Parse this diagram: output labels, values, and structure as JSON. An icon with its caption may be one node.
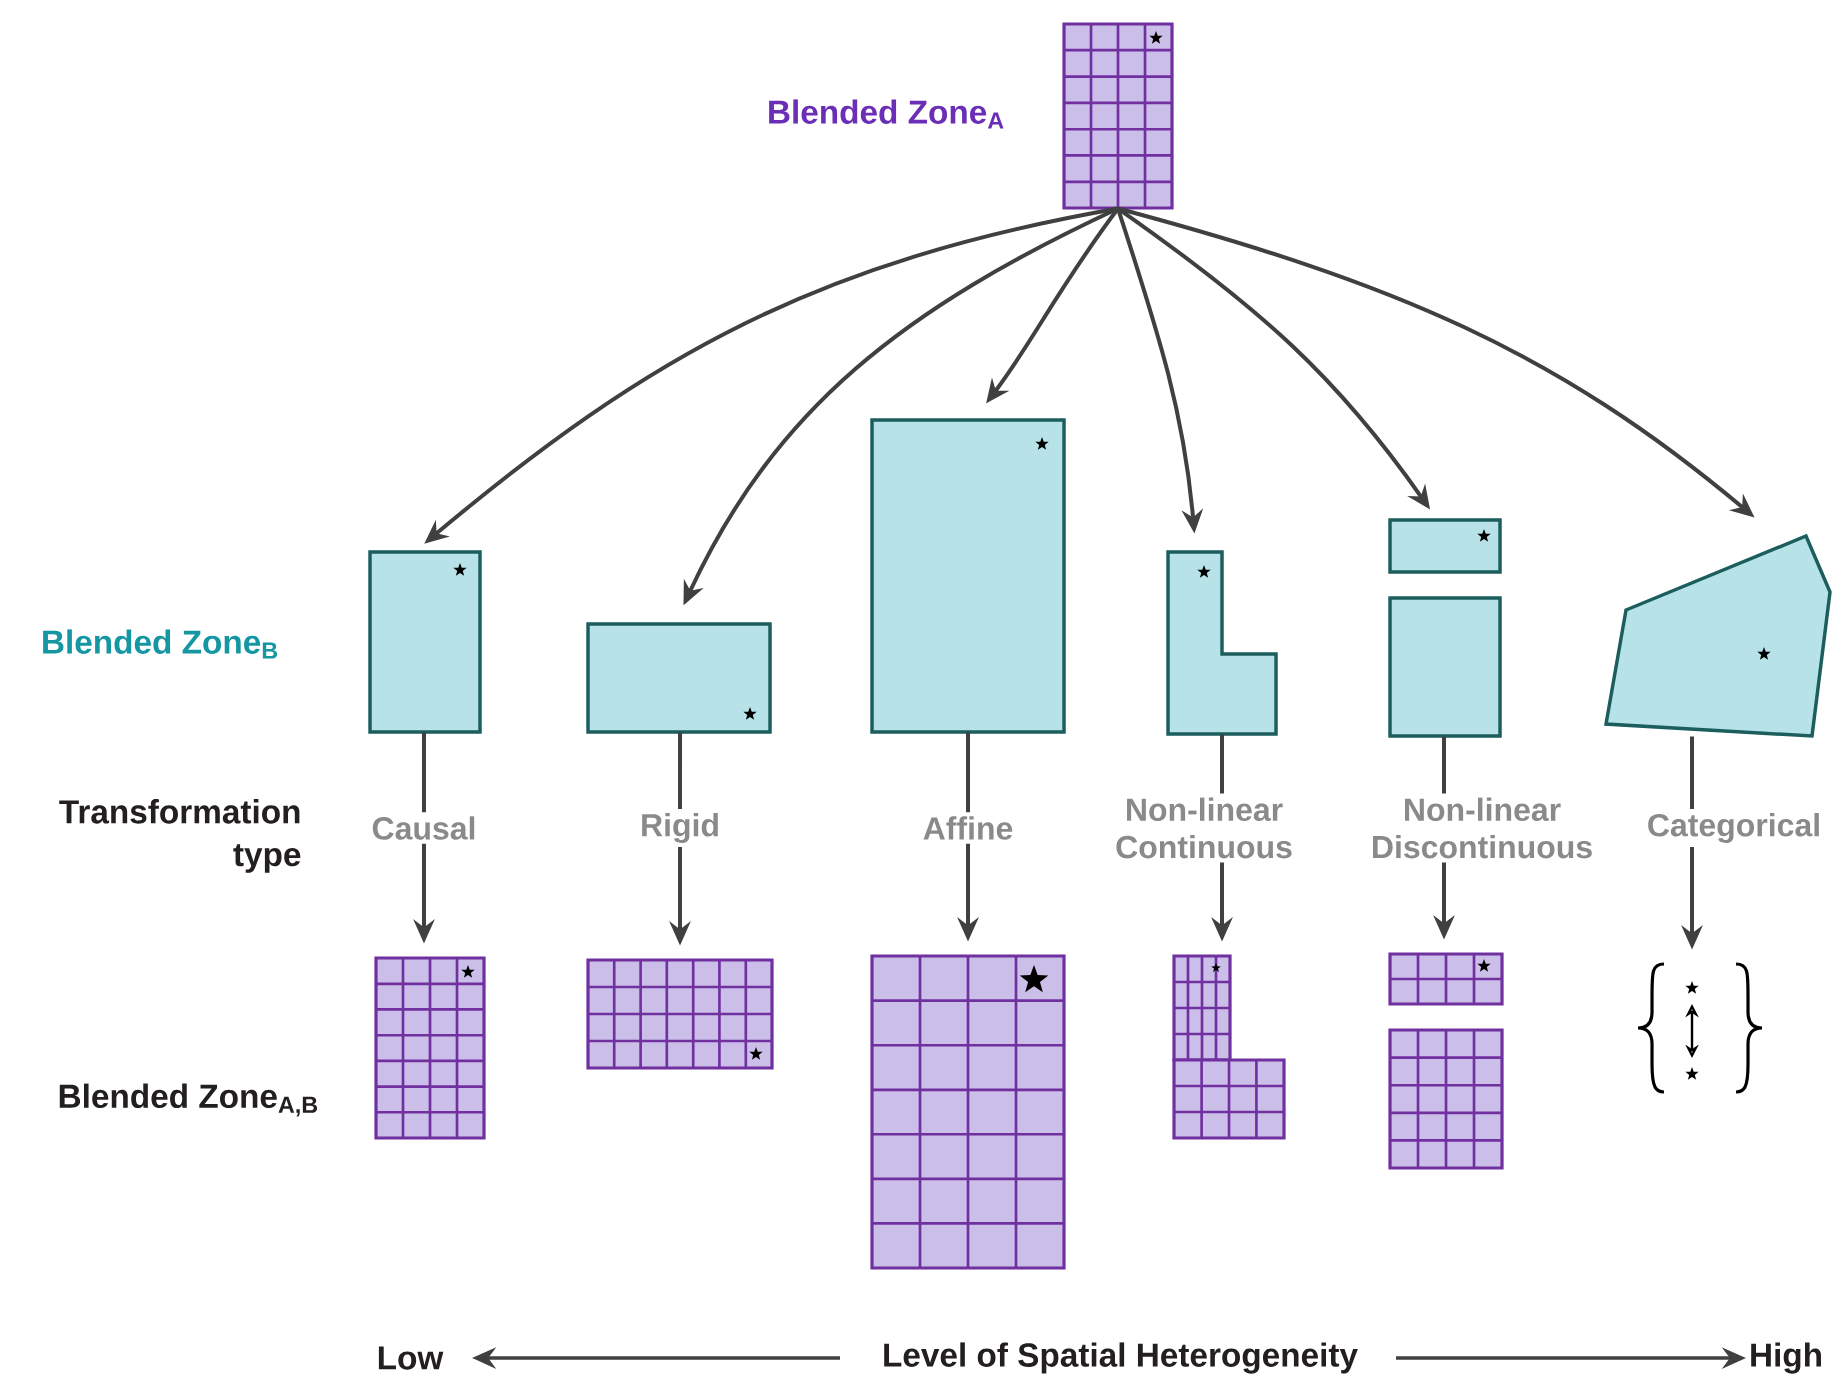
{
  "diagram": {
    "nodes": [
      {
        "text": [],
        "shape": "grid",
        "beside": [
          "Blended Zone$_{A}$"
        ]
      },
      {
        "text": [],
        "shape": "box"
      },
      {
        "text": [],
        "shape": "box"
      },
      {
        "text": [],
        "shape": "box"
      },
      {
        "text": [],
        "shape": "box"
      },
      {
        "text": [],
        "shape": "box"
      },
      {
        "text": [],
        "shape": "box"
      },
      {
        "text": [],
        "shape": "grid"
      },
      {
        "text": [],
        "shape": "grid"
      },
      {
        "text": [],
        "shape": "grid"
      },
      {
        "text": [],
        "shape": "grid"
      },
      {
        "text": [],
        "shape": "grid"
      },
      {
        "text": [],
        "shape": "braces"
      }
    ],
    "edges": [
      {
        "from": 0,
        "to": 1,
        "arrow": "to"
      },
      {
        "from": 0,
        "to": 2,
        "arrow": "to"
      },
      {
        "from": 0,
        "to": 3,
        "arrow": "to"
      },
      {
        "from": 0,
        "to": 4,
        "arrow": "to"
      },
      {
        "from": 0,
        "to": 5,
        "arrow": "to"
      },
      {
        "from": 0,
        "to": 6,
        "arrow": "to"
      },
      {
        "from": 1,
        "to": 7,
        "arrow": "to",
        "label": "Causal"
      },
      {
        "from": 2,
        "to": 8,
        "arrow": "to",
        "label": "Rigid"
      },
      {
        "from": 3,
        "to": 9,
        "arrow": "to",
        "label": "Affine"
      },
      {
        "from": 4,
        "to": 10,
        "arrow": "to",
        "label": "Non-linear Continuous"
      },
      {
        "from": 5,
        "to": 11,
        "arrow": "to",
        "label": "Non-linear Discontinuous"
      },
      {
        "from": 6,
        "to": 12,
        "arrow": "to",
        "label": "Categorical"
      }
    ],
    "labels": [
      "Blended Zone$_{B}$",
      "Transformation type",
      "Blended Zone$_{A,B}$",
      "Low",
      "Level of Spatial Heterogeneity",
      "High"
    ]
  }
}
